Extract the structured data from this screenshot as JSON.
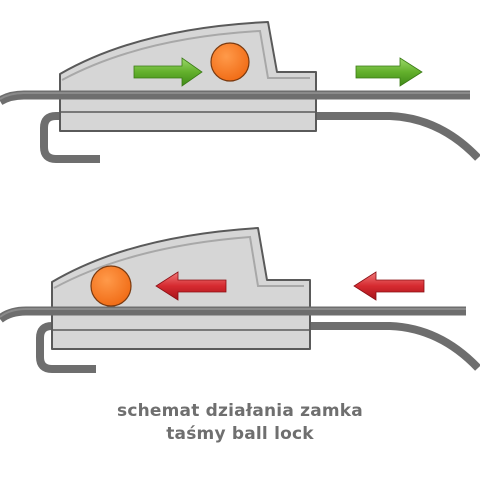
{
  "caption": {
    "line1": "schemat działania zamka",
    "line2": "taśmy ball lock"
  },
  "colors": {
    "background": "#ffffff",
    "housing_fill": "#d6d6d6",
    "housing_inner": "#e4e4e4",
    "housing_stroke": "#5a5a5a",
    "strap": "#6e6e6e",
    "ball": "#f57a26",
    "arrow_lock": "#5dac26",
    "arrow_release": "#d42a30",
    "caption_text": "#6f6f6f"
  },
  "states": [
    {
      "name": "pull",
      "ball_position": "forward",
      "arrow_direction": "right",
      "arrow_color": "green"
    },
    {
      "name": "release",
      "ball_position": "back",
      "arrow_direction": "left",
      "arrow_color": "red"
    }
  ]
}
